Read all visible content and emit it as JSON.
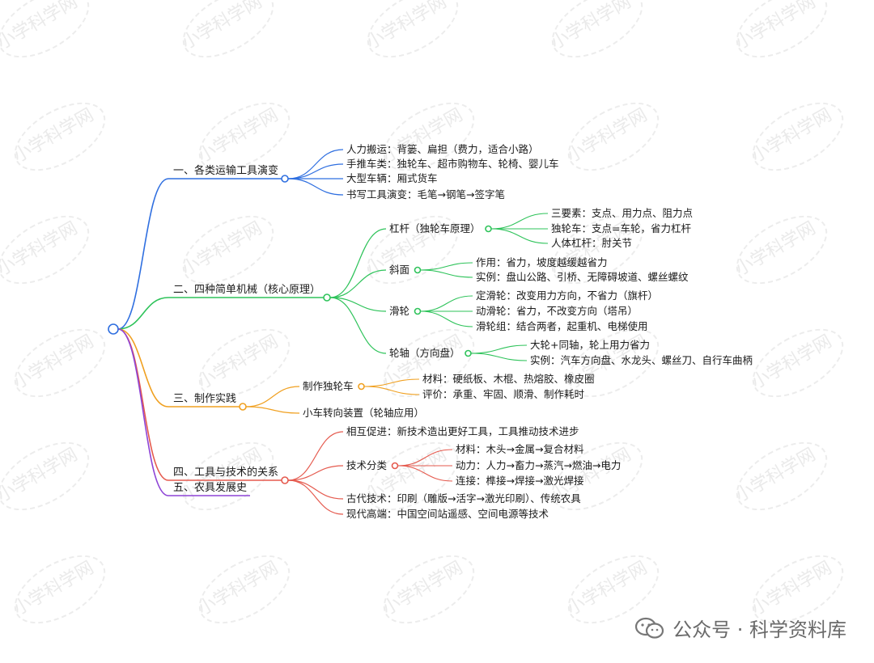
{
  "mindmap": {
    "branches": [
      {
        "label": "一、各类运输工具演变",
        "color": "#2f6fe0",
        "children": [
          {
            "label": "人力搬运：背篓、扁担（费力，适合小路）"
          },
          {
            "label": "手推车类：独轮车、超市购物车、轮椅、婴儿车"
          },
          {
            "label": "大型车辆：厢式货车"
          },
          {
            "label": "书写工具演变：毛笔→钢笔→签字笔"
          }
        ]
      },
      {
        "label": "二、四种简单机械（核心原理）",
        "color": "#2ec35a",
        "children": [
          {
            "label": "杠杆（独轮车原理）",
            "children": [
              {
                "label": "三要素：支点、用力点、阻力点"
              },
              {
                "label": "独轮车：支点=车轮，省力杠杆"
              },
              {
                "label": "人体杠杆：肘关节"
              }
            ]
          },
          {
            "label": "斜面",
            "children": [
              {
                "label": "作用：省力，坡度越缓越省力"
              },
              {
                "label": "实例：盘山公路、引桥、无障碍坡道、螺丝螺纹"
              }
            ]
          },
          {
            "label": "滑轮",
            "children": [
              {
                "label": "定滑轮：改变用力方向，不省力（旗杆）"
              },
              {
                "label": "动滑轮：省力，不改变方向（塔吊）"
              },
              {
                "label": "滑轮组：结合两者，起重机、电梯使用"
              }
            ]
          },
          {
            "label": "轮轴（方向盘）",
            "children": [
              {
                "label": "大轮+同轴，轮上用力省力"
              },
              {
                "label": "实例：汽车方向盘、水龙头、螺丝刀、自行车曲柄"
              }
            ]
          }
        ]
      },
      {
        "label": "三、制作实践",
        "color": "#f0a020",
        "children": [
          {
            "label": "制作独轮车",
            "children": [
              {
                "label": "材料：硬纸板、木棍、热熔胶、橡皮圈"
              },
              {
                "label": "评价：承重、牢固、顺滑、制作耗时"
              }
            ]
          },
          {
            "label": "小车转向装置（轮轴应用）"
          }
        ]
      },
      {
        "label": "四、工具与技术的关系",
        "color": "#e55a4e",
        "children": [
          {
            "label": "相互促进：新技术造出更好工具，工具推动技术进步"
          },
          {
            "label": "技术分类",
            "children": [
              {
                "label": "材料：木头→金属→复合材料"
              },
              {
                "label": "动力：人力→畜力→蒸汽→燃油→电力"
              },
              {
                "label": "连接：榫接→焊接→激光焊接"
              }
            ]
          },
          {
            "label": "古代技术：印刷（雕版→活字→激光印刷）、传统农具"
          },
          {
            "label": "现代高端：中国空间站遥感、空间电源等技术"
          }
        ]
      },
      {
        "label": "五、农具发展史",
        "color": "#8e44d6",
        "children": []
      }
    ]
  },
  "watermark": "小学科学网",
  "footer": {
    "text": "公众号 · 科学资料库",
    "icon": "wechat-icon"
  }
}
